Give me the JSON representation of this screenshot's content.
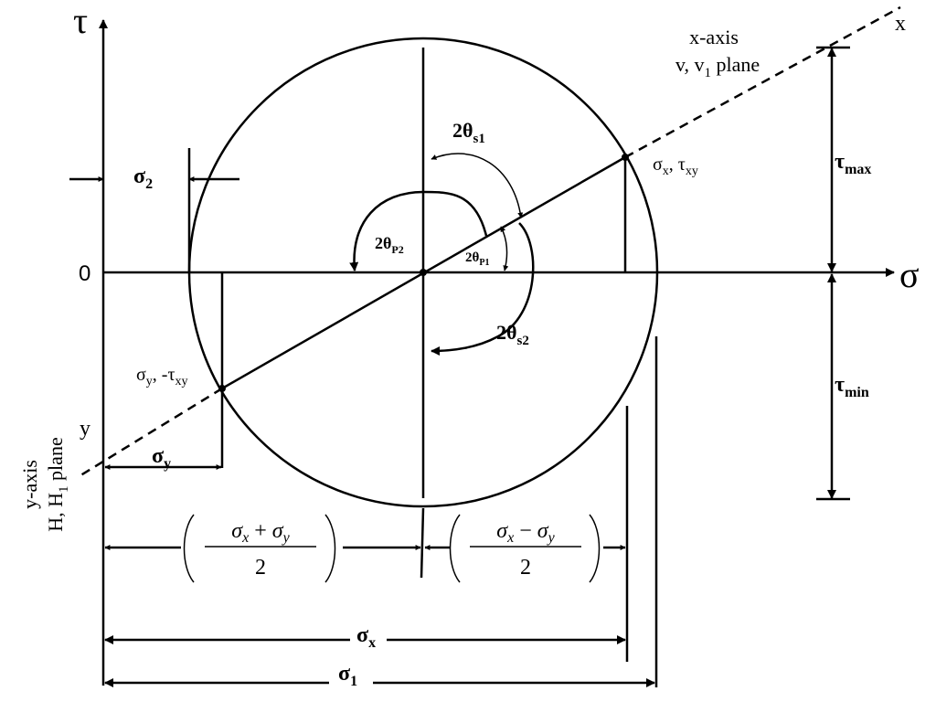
{
  "axes": {
    "tau_symbol": "τ",
    "sigma_symbol": "σ",
    "origin": "0"
  },
  "line_labels": {
    "x_end": "x",
    "x_axis_title": "x-axis",
    "x_axis_plane_a": "v, v",
    "x_axis_plane_sub": "1",
    "x_axis_plane_b": " plane",
    "y_end": "y",
    "y_axis_title": "y-axis",
    "y_axis_plane_a": "H, H",
    "y_axis_plane_sub": "1",
    "y_axis_plane_b": " plane"
  },
  "points": {
    "px_a": "σ",
    "px_a_sub": "x",
    "px_b": ", τ",
    "px_b_sub": "xy",
    "py_a": "σ",
    "py_a_sub": "y",
    "py_b": ", -τ",
    "py_b_sub": "xy"
  },
  "angles": {
    "s1": "2θ",
    "s1_sub": "s1",
    "s2": "2θ",
    "s2_sub": "s2",
    "p1": "2θ",
    "p1_sub": "P1",
    "p2": "2θ",
    "p2_sub": "P2"
  },
  "stresses": {
    "sigma2": "σ",
    "sigma2_sub": "2",
    "sigmay": "σ",
    "sigmay_sub": "y",
    "sigmax": "σ",
    "sigmax_sub": "x",
    "sigma1": "σ",
    "sigma1_sub": "1",
    "taumax": "τ",
    "taumax_sub": "max",
    "taumin": "τ",
    "taumin_sub": "min"
  },
  "fractions": {
    "avg_sig1": "σ",
    "avg_sub1": "x",
    "avg_op": " + ",
    "avg_sig2": "σ",
    "avg_sub2": "y",
    "avg_den": "2",
    "dif_sig1": "σ",
    "dif_sub1": "x",
    "dif_op": " − ",
    "dif_sig2": "σ",
    "dif_sub2": "y",
    "dif_den": "2"
  }
}
